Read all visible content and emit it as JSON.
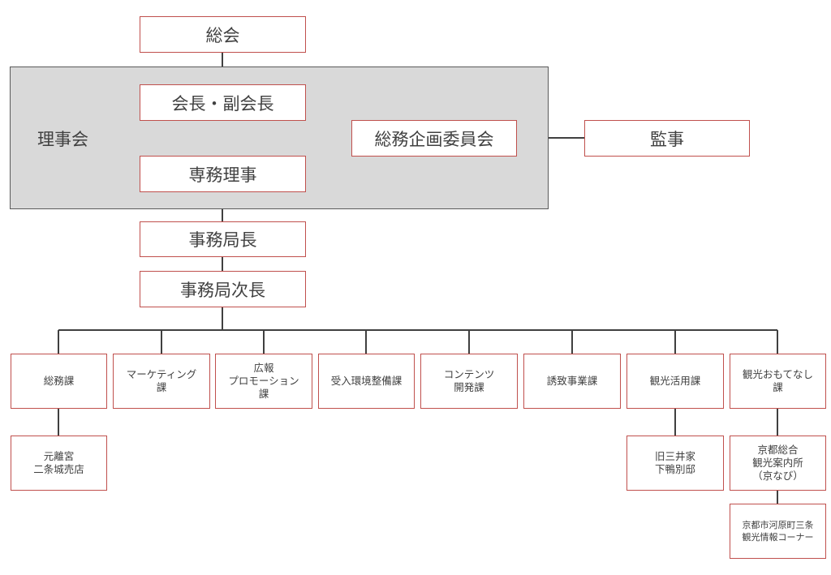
{
  "top": {
    "general_meeting": "総会",
    "board_label": "理事会",
    "chair": "会長・副会長",
    "executive_director": "専務理事",
    "planning_committee": "総務企画委員会",
    "auditor": "監事",
    "secretary_general": "事務局長",
    "deputy_secretary_general": "事務局次長"
  },
  "divisions": [
    "総務課",
    "マーケティング\n課",
    "広報\nプロモーション\n課",
    "受入環境整備課",
    "コンテンツ\n開発課",
    "誘致事業課",
    "観光活用課",
    "観光おもてなし\n課"
  ],
  "subunits": {
    "general_affairs": "元離宮\n二条城売店",
    "tourism_use": "旧三井家\n下鴨別邸",
    "hospitality_1": "京都総合\n観光案内所\n（京なび）",
    "hospitality_2": "京都市河原町三条\n観光情報コーナー"
  }
}
